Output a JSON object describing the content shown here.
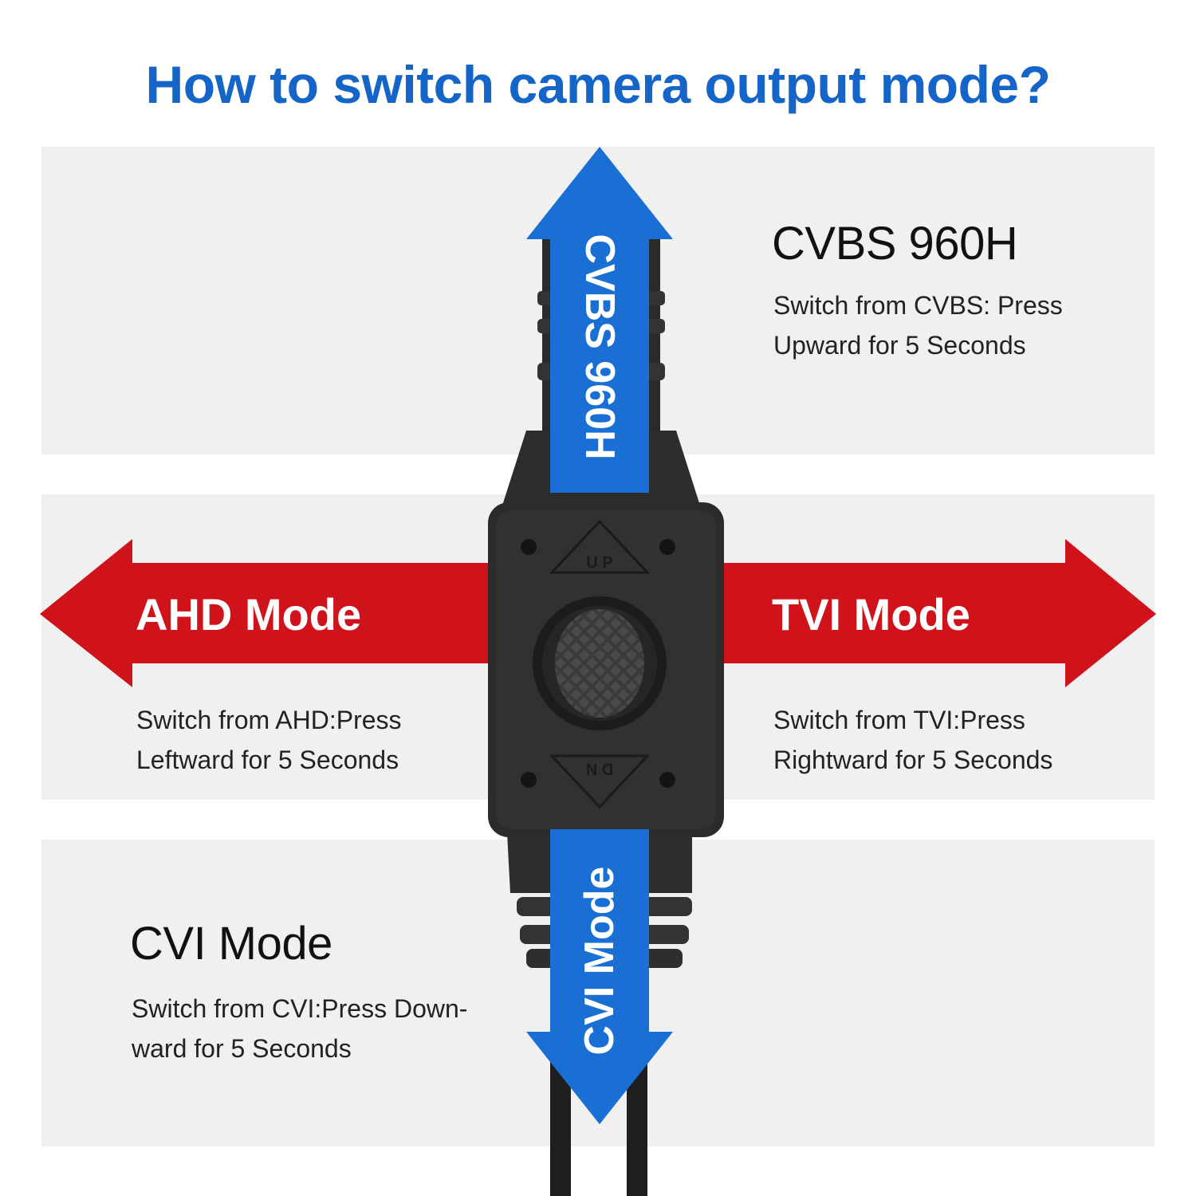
{
  "title": "How to switch camera output mode?",
  "colors": {
    "title_blue": "#1565c8",
    "arrow_blue": "#1a6fd4",
    "arrow_red": "#d0121b",
    "panel_gray": "#f0f0f0",
    "device_black": "#2b2b2b"
  },
  "modes": {
    "cvbs": {
      "heading": "CVBS 960H",
      "arrow_label": "CVBS 960H",
      "desc_line1": "Switch from CVBS: Press",
      "desc_line2": "Upward for 5 Seconds",
      "direction": "up"
    },
    "ahd": {
      "arrow_label": "AHD Mode",
      "desc_line1": "Switch from AHD:Press",
      "desc_line2": "Leftward for 5 Seconds",
      "direction": "left"
    },
    "tvi": {
      "arrow_label": "TVI Mode",
      "desc_line1": "Switch from TVI:Press",
      "desc_line2": "Rightward for 5 Seconds",
      "direction": "right"
    },
    "cvi": {
      "heading": "CVI Mode",
      "arrow_label": "CVI Mode",
      "desc_line1": "Switch from CVI:Press Down-",
      "desc_line2": "ward for 5 Seconds",
      "direction": "down"
    }
  },
  "device": {
    "up_marking": "U P",
    "down_marking": "D N"
  }
}
